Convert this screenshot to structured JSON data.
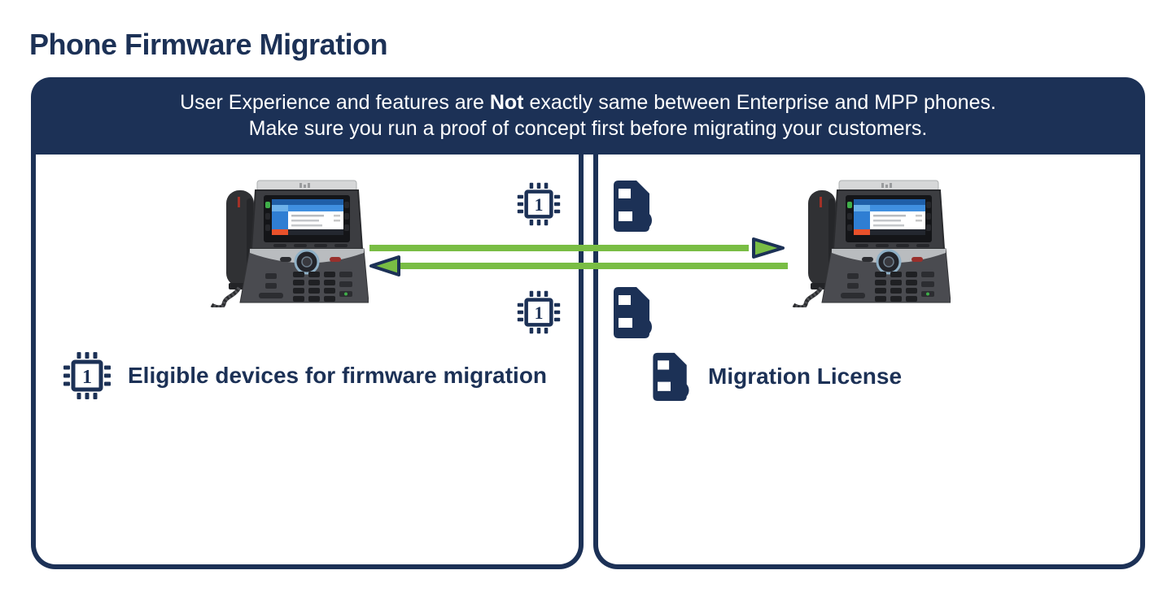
{
  "title": "Phone Firmware Migration",
  "banner": {
    "line1_before": "User Experience and features are ",
    "line1_bold": "Not",
    "line1_after": " exactly same between Enterprise and MPP phones.",
    "line2": "Make sure you run a proof of concept first before migrating your customers."
  },
  "left_panel": {
    "caption": "Eligible devices for firmware migration",
    "caption_icon": "firmware-chip-icon"
  },
  "right_panel": {
    "caption": "Migration License",
    "caption_icon": "license-document-icon"
  },
  "diagram": {
    "left_device_icon": "cisco-ip-phone-image",
    "right_device_icon": "cisco-ip-phone-image",
    "middle_left_icons": [
      "firmware-chip-icon",
      "firmware-chip-icon"
    ],
    "middle_right_icons": [
      "license-document-icon",
      "license-document-icon"
    ],
    "arrow_top_direction": "right",
    "arrow_bottom_direction": "left",
    "chip_digit": "1"
  },
  "colors": {
    "navy": "#1c3156",
    "green": "#79bd44",
    "banner_text": "#ffffff"
  }
}
